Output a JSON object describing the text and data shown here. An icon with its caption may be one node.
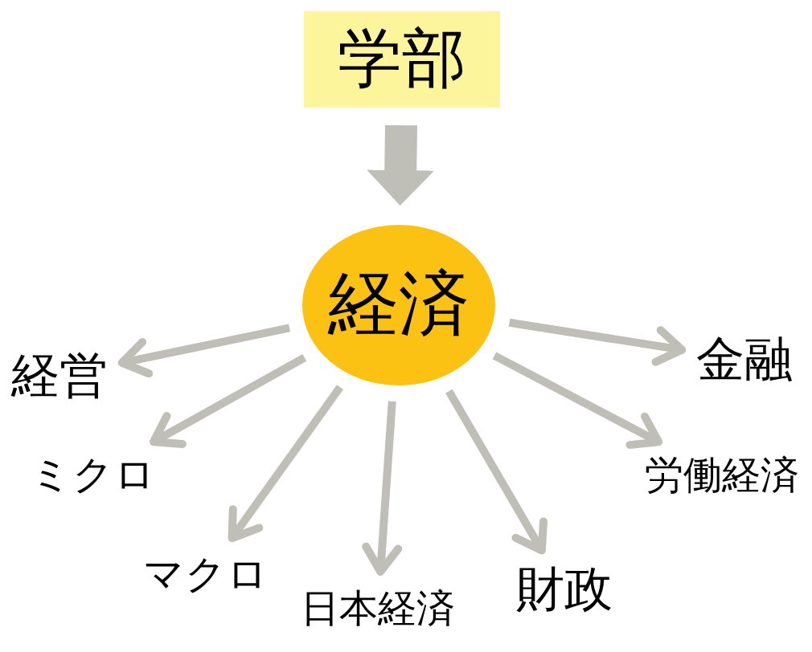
{
  "diagram": {
    "nodes": [
      {
        "text": [
          "学部"
        ]
      },
      {
        "text": [
          "経済"
        ]
      },
      {
        "text": [
          "経営"
        ]
      },
      {
        "text": [
          "金融"
        ]
      },
      {
        "text": [
          "ミクロ"
        ]
      },
      {
        "text": [
          "労働経済"
        ]
      },
      {
        "text": [
          "マクロ"
        ]
      },
      {
        "text": [
          "日本経済"
        ]
      },
      {
        "text": [
          "財政"
        ]
      }
    ],
    "edges": [
      {
        "from": 0,
        "to": 1,
        "arrow": "to",
        "style": "thick"
      },
      {
        "from": 1,
        "to": 2,
        "arrow": "to"
      },
      {
        "from": 1,
        "to": 3,
        "arrow": "to"
      },
      {
        "from": 1,
        "to": 4,
        "arrow": "to"
      },
      {
        "from": 1,
        "to": 5,
        "arrow": "to"
      },
      {
        "from": 1,
        "to": 6,
        "arrow": "to"
      },
      {
        "from": 1,
        "to": 7,
        "arrow": "to"
      },
      {
        "from": 1,
        "to": 8,
        "arrow": "to"
      }
    ]
  }
}
